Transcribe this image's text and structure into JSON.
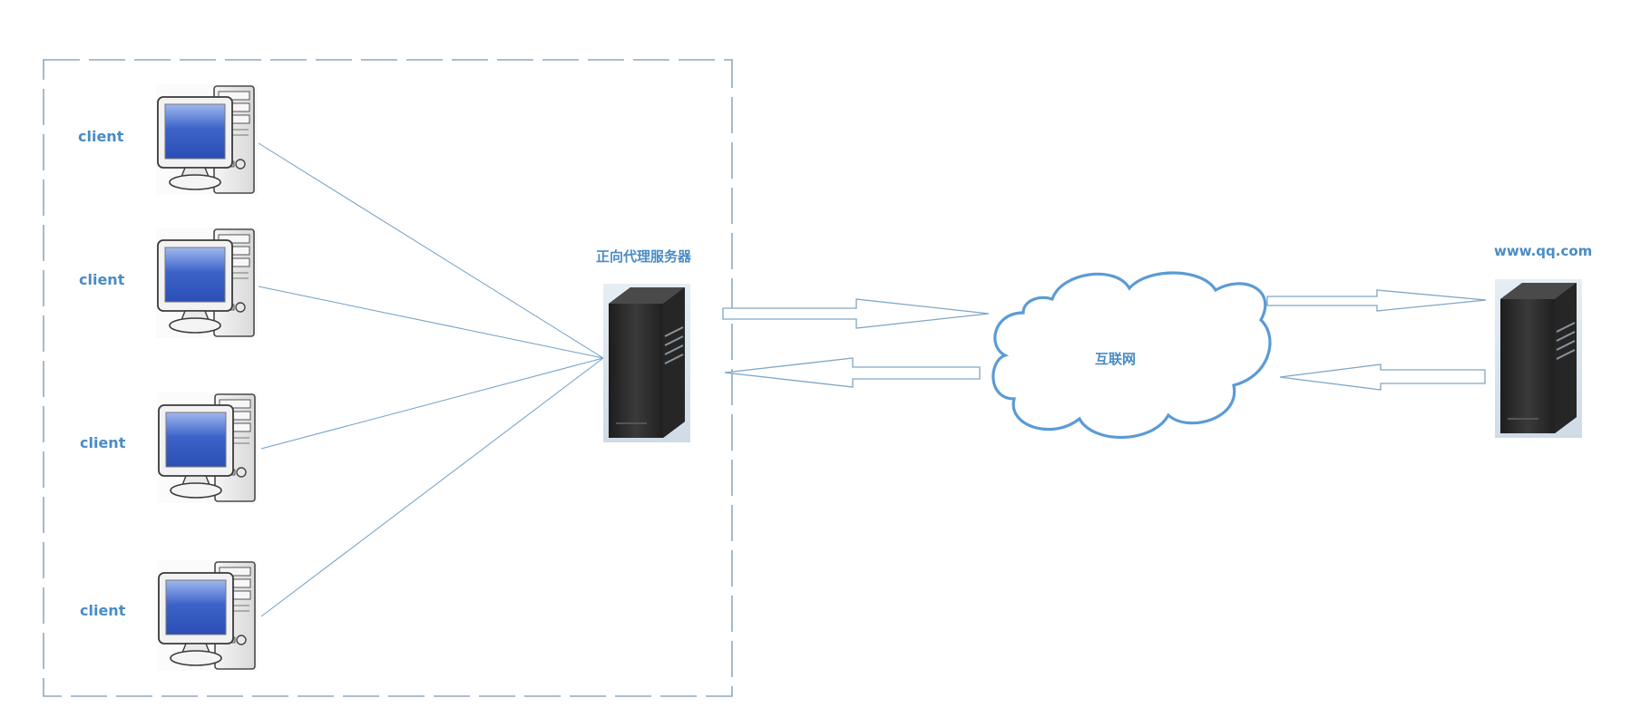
{
  "clients": [
    {
      "label": "client"
    },
    {
      "label": "client"
    },
    {
      "label": "client"
    },
    {
      "label": "client"
    }
  ],
  "proxy": {
    "label": "正向代理服务器"
  },
  "internet": {
    "label": "互联网"
  },
  "target": {
    "label": "www.qq.com"
  },
  "colors": {
    "label": "#4a8cc4",
    "line": "#6f9fc8",
    "cloud": "#5b9bd5",
    "border": "#8fa9bd",
    "arrow": "#7fa6c6"
  }
}
